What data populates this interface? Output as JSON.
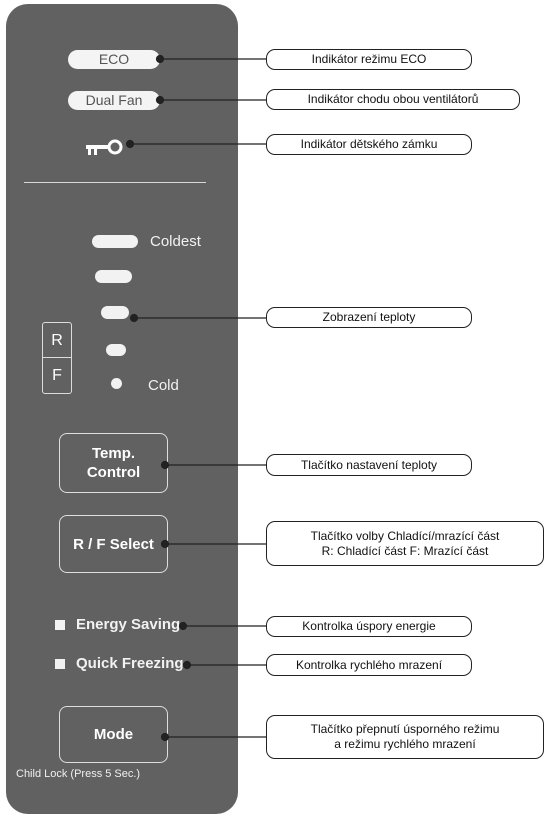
{
  "panel": {
    "eco_label": "ECO",
    "dual_fan_label": "Dual Fan",
    "temp_scale": {
      "coldest_label": "Coldest",
      "cold_label": "Cold"
    },
    "rf_box": {
      "r": "R",
      "f": "F"
    },
    "temp_control_button": {
      "line1": "Temp.",
      "line2": "Control"
    },
    "rf_select_button": "R / F Select",
    "energy_saving_label": "Energy Saving",
    "quick_freezing_label": "Quick Freezing",
    "mode_button": "Mode",
    "child_lock_hint": "Child Lock (Press 5 Sec.)"
  },
  "callouts": {
    "eco": "Indikátor režimu ECO",
    "dual_fan": "Indikátor chodu obou ventilátorů",
    "child_lock": "Indikátor dětského zámku",
    "temperature": "Zobrazení teploty",
    "temp_control": "Tlačítko nastavení teploty",
    "rf_select_line1": "Tlačítko volby Chladící/mrazící část",
    "rf_select_line2": "R: Chladící část F: Mrazící část",
    "energy_saving": "Kontrolka úspory energie",
    "quick_freezing": "Kontrolka rychlého mrazení",
    "mode_line1": "Tlačítko přepnutí úsporného režimu",
    "mode_line2": "a režimu rychlého mrazení"
  },
  "colors": {
    "panel": "#616161",
    "indicator": "#f2f2f2",
    "leader": "#222222"
  }
}
